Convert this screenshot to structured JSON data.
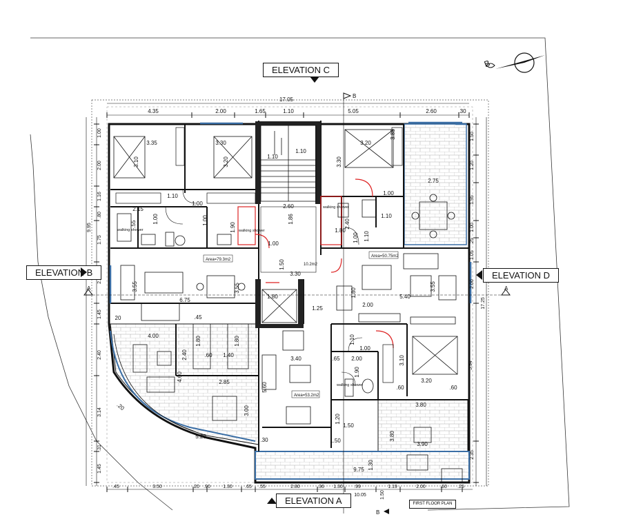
{
  "elevations": {
    "a": "ELEVATION A",
    "b": "ELEVATION B",
    "c": "ELEVATION C",
    "d": "ELEVATION D"
  },
  "plan_title": "FIRST FLOOR PLAN",
  "section_labels": {
    "a_left": "A",
    "a_right": "A",
    "b_top": "B",
    "b_bottom": "B"
  },
  "north_label": "B",
  "top_dims": {
    "total": "17.05",
    "segments": [
      "4.35",
      "2.00",
      "1.65",
      "1.10",
      "5.05",
      "2.60",
      ".30"
    ]
  },
  "bottom_dims": {
    "segments": [
      ".45",
      "3.50",
      ".20",
      ".90",
      "1.30",
      ".65",
      ".55",
      "2.80",
      ".36",
      "1.30",
      ".99",
      "1.19",
      "2.00",
      ".60",
      ".25"
    ],
    "sub": "10.05",
    "sub2": "1.50"
  },
  "left_dims": {
    "outer": "9.95",
    "segments": [
      "1.00",
      "2.00",
      "1.16",
      ".80",
      "1.75",
      "2.00",
      "1.45",
      "2.40",
      "3.14",
      ".31",
      "1.45"
    ]
  },
  "right_dims": {
    "outer": "17.25",
    "segments": [
      "1.50",
      "1.20",
      "1.95",
      "1.00",
      ".25",
      "1.05",
      "2.00",
      "5.94",
      "2.35"
    ]
  },
  "areas": {
    "apt_left": "Area=79.3m2",
    "apt_right": "Area=50.75m2",
    "apt_bottom": "Area=53.2m2",
    "lobby": "10.2m2"
  },
  "interior_labels": [
    "3.35",
    "3.10",
    "3.30",
    "3.20",
    "1.10",
    "1.10",
    "3.20",
    "3.30",
    "3.85",
    "2.75",
    "1.00",
    "1.10",
    "1.00",
    "1.00",
    "2.15",
    ".55",
    "1.00",
    "1.90",
    "2.60",
    "1.86",
    "1.80",
    "2.40",
    "1.10",
    "1.00",
    "1.10",
    "1.80",
    "1.50",
    "3.30",
    "1.00",
    "6.75",
    "3.55",
    "3.55",
    "5.40",
    "3.55",
    "1.80",
    "1.25",
    "2.00",
    "4.00",
    ".45",
    "1.80",
    "1.80",
    "2.40",
    ".60",
    "1.40",
    "4.60",
    "2.85",
    "3.40",
    "5.60",
    "1.10",
    "1.00",
    "2.00",
    "3.10",
    "1.90",
    "3.20",
    ".60",
    ".60",
    "3.80",
    "3.00",
    "1.50",
    "1.20",
    "3.90",
    "3.80",
    "9.75",
    "1.30",
    ".30",
    "5.28",
    ".20",
    "20",
    ".65",
    "1.50"
  ],
  "fixture_labels": {
    "shower_1": "walking shower",
    "shower_2": "walking shower",
    "shower_3": "walking shower",
    "shower_4": "walking shower"
  }
}
